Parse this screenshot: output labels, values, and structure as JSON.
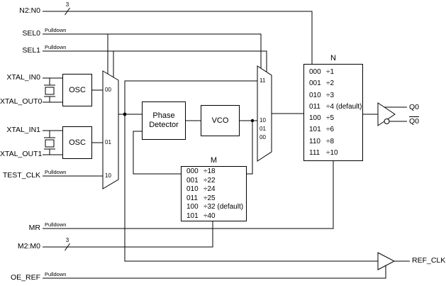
{
  "pins": {
    "n2n0": "N2:N0",
    "sel0": "SEL0",
    "sel1": "SEL1",
    "xtal_in0": "XTAL_IN0",
    "xtal_out0": "XTAL_OUT0",
    "xtal_in1": "XTAL_IN1",
    "xtal_out1": "XTAL_OUT1",
    "test_clk": "TEST_CLK",
    "mr": "MR",
    "m2m0": "M2:M0",
    "oe_ref": "OE_REF",
    "q0": "Q0",
    "q0_bar": "Q0",
    "ref_clk": "REF_CLK"
  },
  "labels": {
    "pulldown": "Pulldown",
    "bus_width": "3"
  },
  "blocks": {
    "osc": "OSC",
    "phase_detector": "Phase Detector",
    "vco": "VCO"
  },
  "mux1": {
    "inputs": [
      "00",
      "01",
      "10"
    ]
  },
  "mux2": {
    "inputs": [
      "11",
      "10",
      "01",
      "00"
    ]
  },
  "n_divider": {
    "title": "N",
    "rows": [
      {
        "code": "000",
        "value": "÷1"
      },
      {
        "code": "001",
        "value": "÷2"
      },
      {
        "code": "010",
        "value": "÷3"
      },
      {
        "code": "011",
        "value": "÷4 (default)"
      },
      {
        "code": "100",
        "value": "÷5"
      },
      {
        "code": "101",
        "value": "÷6"
      },
      {
        "code": "110",
        "value": "÷8"
      },
      {
        "code": "111",
        "value": "÷10"
      }
    ]
  },
  "m_divider": {
    "title": "M",
    "rows": [
      {
        "code": "000",
        "value": "÷18"
      },
      {
        "code": "001",
        "value": "÷22"
      },
      {
        "code": "010",
        "value": "÷24"
      },
      {
        "code": "011",
        "value": "÷25"
      },
      {
        "code": "100",
        "value": "÷32 (default)"
      },
      {
        "code": "101",
        "value": "÷40"
      }
    ]
  }
}
